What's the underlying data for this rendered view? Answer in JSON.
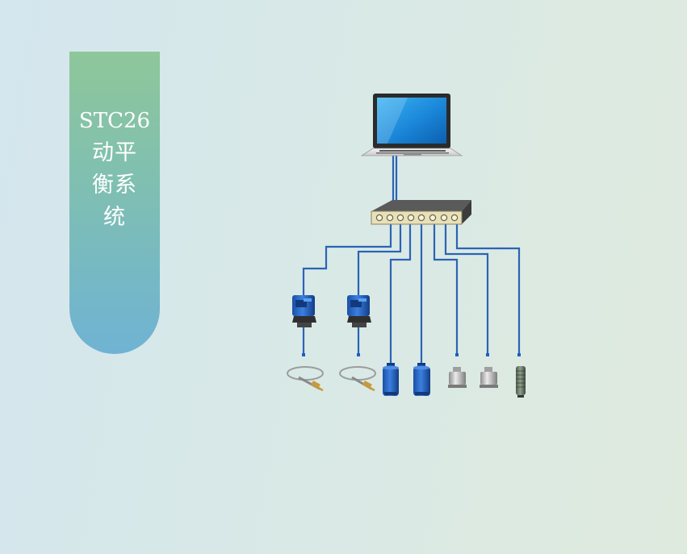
{
  "title_card": {
    "lines": [
      "STC26",
      "动平",
      "衡系",
      "统"
    ]
  },
  "colors": {
    "card_top": "#8ec79a",
    "card_bottom": "#6fb3d4",
    "cable": "#2a64b4",
    "sensor_blue": "#1f5fbf",
    "hub_body": "#e8e0b8"
  },
  "diagram": {
    "nodes": [
      {
        "id": "laptop",
        "icon": "laptop-icon"
      },
      {
        "id": "hub",
        "icon": "junction-box-icon",
        "port_count": 8
      },
      {
        "id": "proximitor-1",
        "icon": "proximitor-icon"
      },
      {
        "id": "proximitor-2",
        "icon": "proximitor-icon"
      },
      {
        "id": "probe-1",
        "icon": "eddy-current-probe-icon"
      },
      {
        "id": "probe-2",
        "icon": "eddy-current-probe-icon"
      },
      {
        "id": "velocity-1",
        "icon": "velocity-sensor-icon"
      },
      {
        "id": "velocity-2",
        "icon": "velocity-sensor-icon"
      },
      {
        "id": "accel-1",
        "icon": "accelerometer-icon"
      },
      {
        "id": "accel-2",
        "icon": "accelerometer-icon"
      },
      {
        "id": "tacho",
        "icon": "tachometer-probe-icon"
      }
    ]
  }
}
